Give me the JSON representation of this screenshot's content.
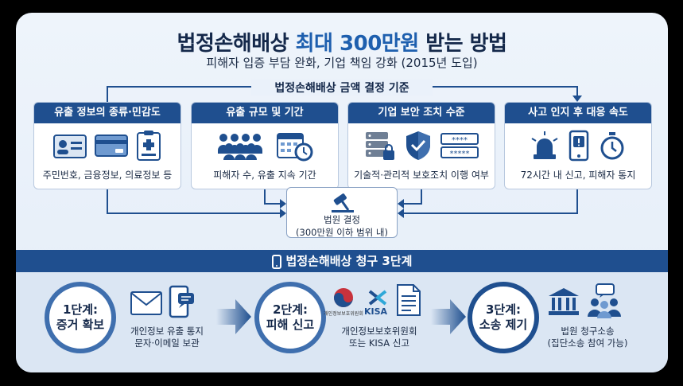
{
  "title": {
    "part1": "법정손해배상 ",
    "highlight": "최대 300만원",
    "part2": " 받는 방법"
  },
  "subtitle": "피해자 입증 부담 완화, 기업 책임 강화 (2015년 도입)",
  "criteria_label": "법정손해배상 금액 결정 기준",
  "factors": [
    {
      "header": "유출 정보의 종류·민감도",
      "desc": "주민번호, 금융정보, 의료정보 등",
      "icons": [
        "id-card-icon",
        "credit-card-icon",
        "medical-record-icon"
      ]
    },
    {
      "header": "유출 규모 및 기간",
      "desc": "피해자 수, 유출 지속 기간",
      "icons": [
        "crowd-icon",
        "calendar-clock-icon"
      ]
    },
    {
      "header": "기업 보안 조치 수준",
      "desc": "기술적·관리적 보호조치 이행 여부",
      "icons": [
        "server-lock-icon",
        "shield-icon",
        "password-icon"
      ]
    },
    {
      "header": "사고 인지 후 대응 속도",
      "desc": "72시간 내 신고, 피해자 통지",
      "icons": [
        "alarm-icon",
        "phone-alert-icon",
        "stopwatch-icon"
      ]
    }
  ],
  "court": {
    "line1": "법원 결정",
    "line2": "(300만원 이하 범위 내)"
  },
  "process": {
    "header": "법정손해배상 청구 3단계",
    "steps": [
      {
        "line1": "1단계:",
        "line2": "증거 확보",
        "desc1": "개인정보 유출 통지",
        "desc2": "문자·이메일 보관"
      },
      {
        "line1": "2단계:",
        "line2": "피해 신고",
        "desc1": "개인정보보호위원회",
        "desc2": "또는 KISA 신고",
        "logo_text": "KISA",
        "pipc_text": "개인정보보호위원회"
      },
      {
        "line1": "3단계:",
        "line2": "소송 제기",
        "desc1": "법원 청구소송",
        "desc2": "(집단소송 참여 가능)"
      }
    ]
  },
  "colors": {
    "navy": "#1f4f8f",
    "accent": "#1e5fae",
    "bg": "#e4edf8"
  }
}
